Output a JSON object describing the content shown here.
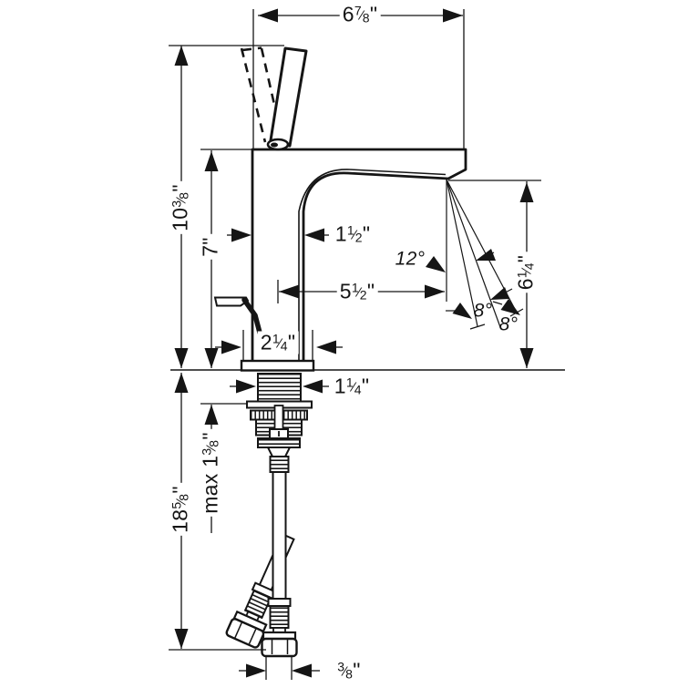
{
  "drawing": {
    "glyphs": {
      "fraction_slash": "⁄"
    },
    "dims": {
      "spout_width": {
        "whole": "6",
        "num": "7",
        "den": "8",
        "unit": "\""
      },
      "total_height": {
        "whole": "10",
        "num": "3",
        "den": "8",
        "unit": "\""
      },
      "spout_top_height": {
        "whole": "7",
        "unit": "\""
      },
      "spout_body_depth": {
        "whole": "1",
        "num": "1",
        "den": "2",
        "unit": "\""
      },
      "spout_reach": {
        "whole": "5",
        "num": "1",
        "den": "2",
        "unit": "\""
      },
      "outlet_height": {
        "whole": "6",
        "num": "1",
        "den": "4",
        "unit": "\""
      },
      "base_width": {
        "whole": "2",
        "num": "1",
        "den": "4",
        "unit": "\""
      },
      "shank_diameter": {
        "whole": "1",
        "num": "1",
        "den": "4",
        "unit": "\""
      },
      "max_mounting_thickness": {
        "prefix": "max ",
        "whole": "1",
        "num": "3",
        "den": "8",
        "unit": "\""
      },
      "below_deck_length": {
        "whole": "18",
        "num": "5",
        "den": "8",
        "unit": "\""
      },
      "hose_connection": {
        "num": "3",
        "den": "8",
        "unit": "\""
      },
      "spray_angle": "12°",
      "spray_spread_upper": "8°",
      "spray_spread_lower": "8°"
    }
  }
}
